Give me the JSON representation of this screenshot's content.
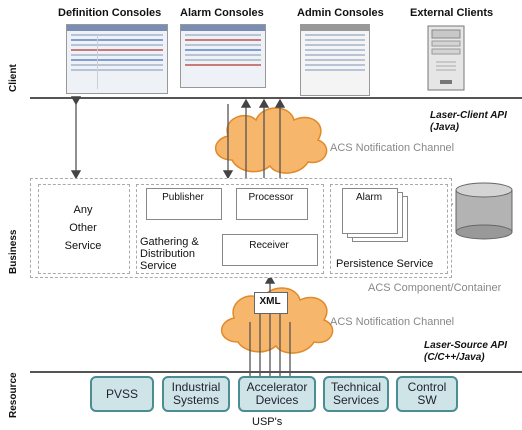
{
  "layers": {
    "client": "Client",
    "business": "Business",
    "resource": "Resource"
  },
  "consoles": {
    "definition": "Definition Consoles",
    "alarm": "Alarm Consoles",
    "admin": "Admin Consoles",
    "external": "External Clients"
  },
  "api": {
    "client_line1": "Laser-Client API",
    "client_line2": "(Java)",
    "source_line1": "Laser-Source API",
    "source_line2": "(C/C++/Java)"
  },
  "channels": {
    "top": "ACS Notification Channel",
    "bottom": "ACS Notification Channel"
  },
  "business": {
    "any_other_service": [
      "Any",
      "Other",
      "Service"
    ],
    "publisher": "Publisher",
    "processor": "Processor",
    "receiver": "Receiver",
    "gathering": [
      "Gathering &",
      "Distribution",
      "Service"
    ],
    "alarm": "Alarm",
    "persistence": "Persistence Service",
    "component_container": "ACS Component/Container"
  },
  "xml": "XML",
  "sources": [
    {
      "label": [
        "PVSS"
      ]
    },
    {
      "label": [
        "Industrial",
        "Systems"
      ]
    },
    {
      "label": [
        "Accelerator",
        "Devices"
      ]
    },
    {
      "label": [
        "Technical",
        "Services"
      ]
    },
    {
      "label": [
        "Control",
        "SW"
      ]
    }
  ],
  "usps": "USP's",
  "colors": {
    "cloud": "#f6b66b",
    "cloud_stroke": "#e08a2a",
    "source_fill": "#cfe4e6",
    "source_border": "#4a8d93"
  }
}
